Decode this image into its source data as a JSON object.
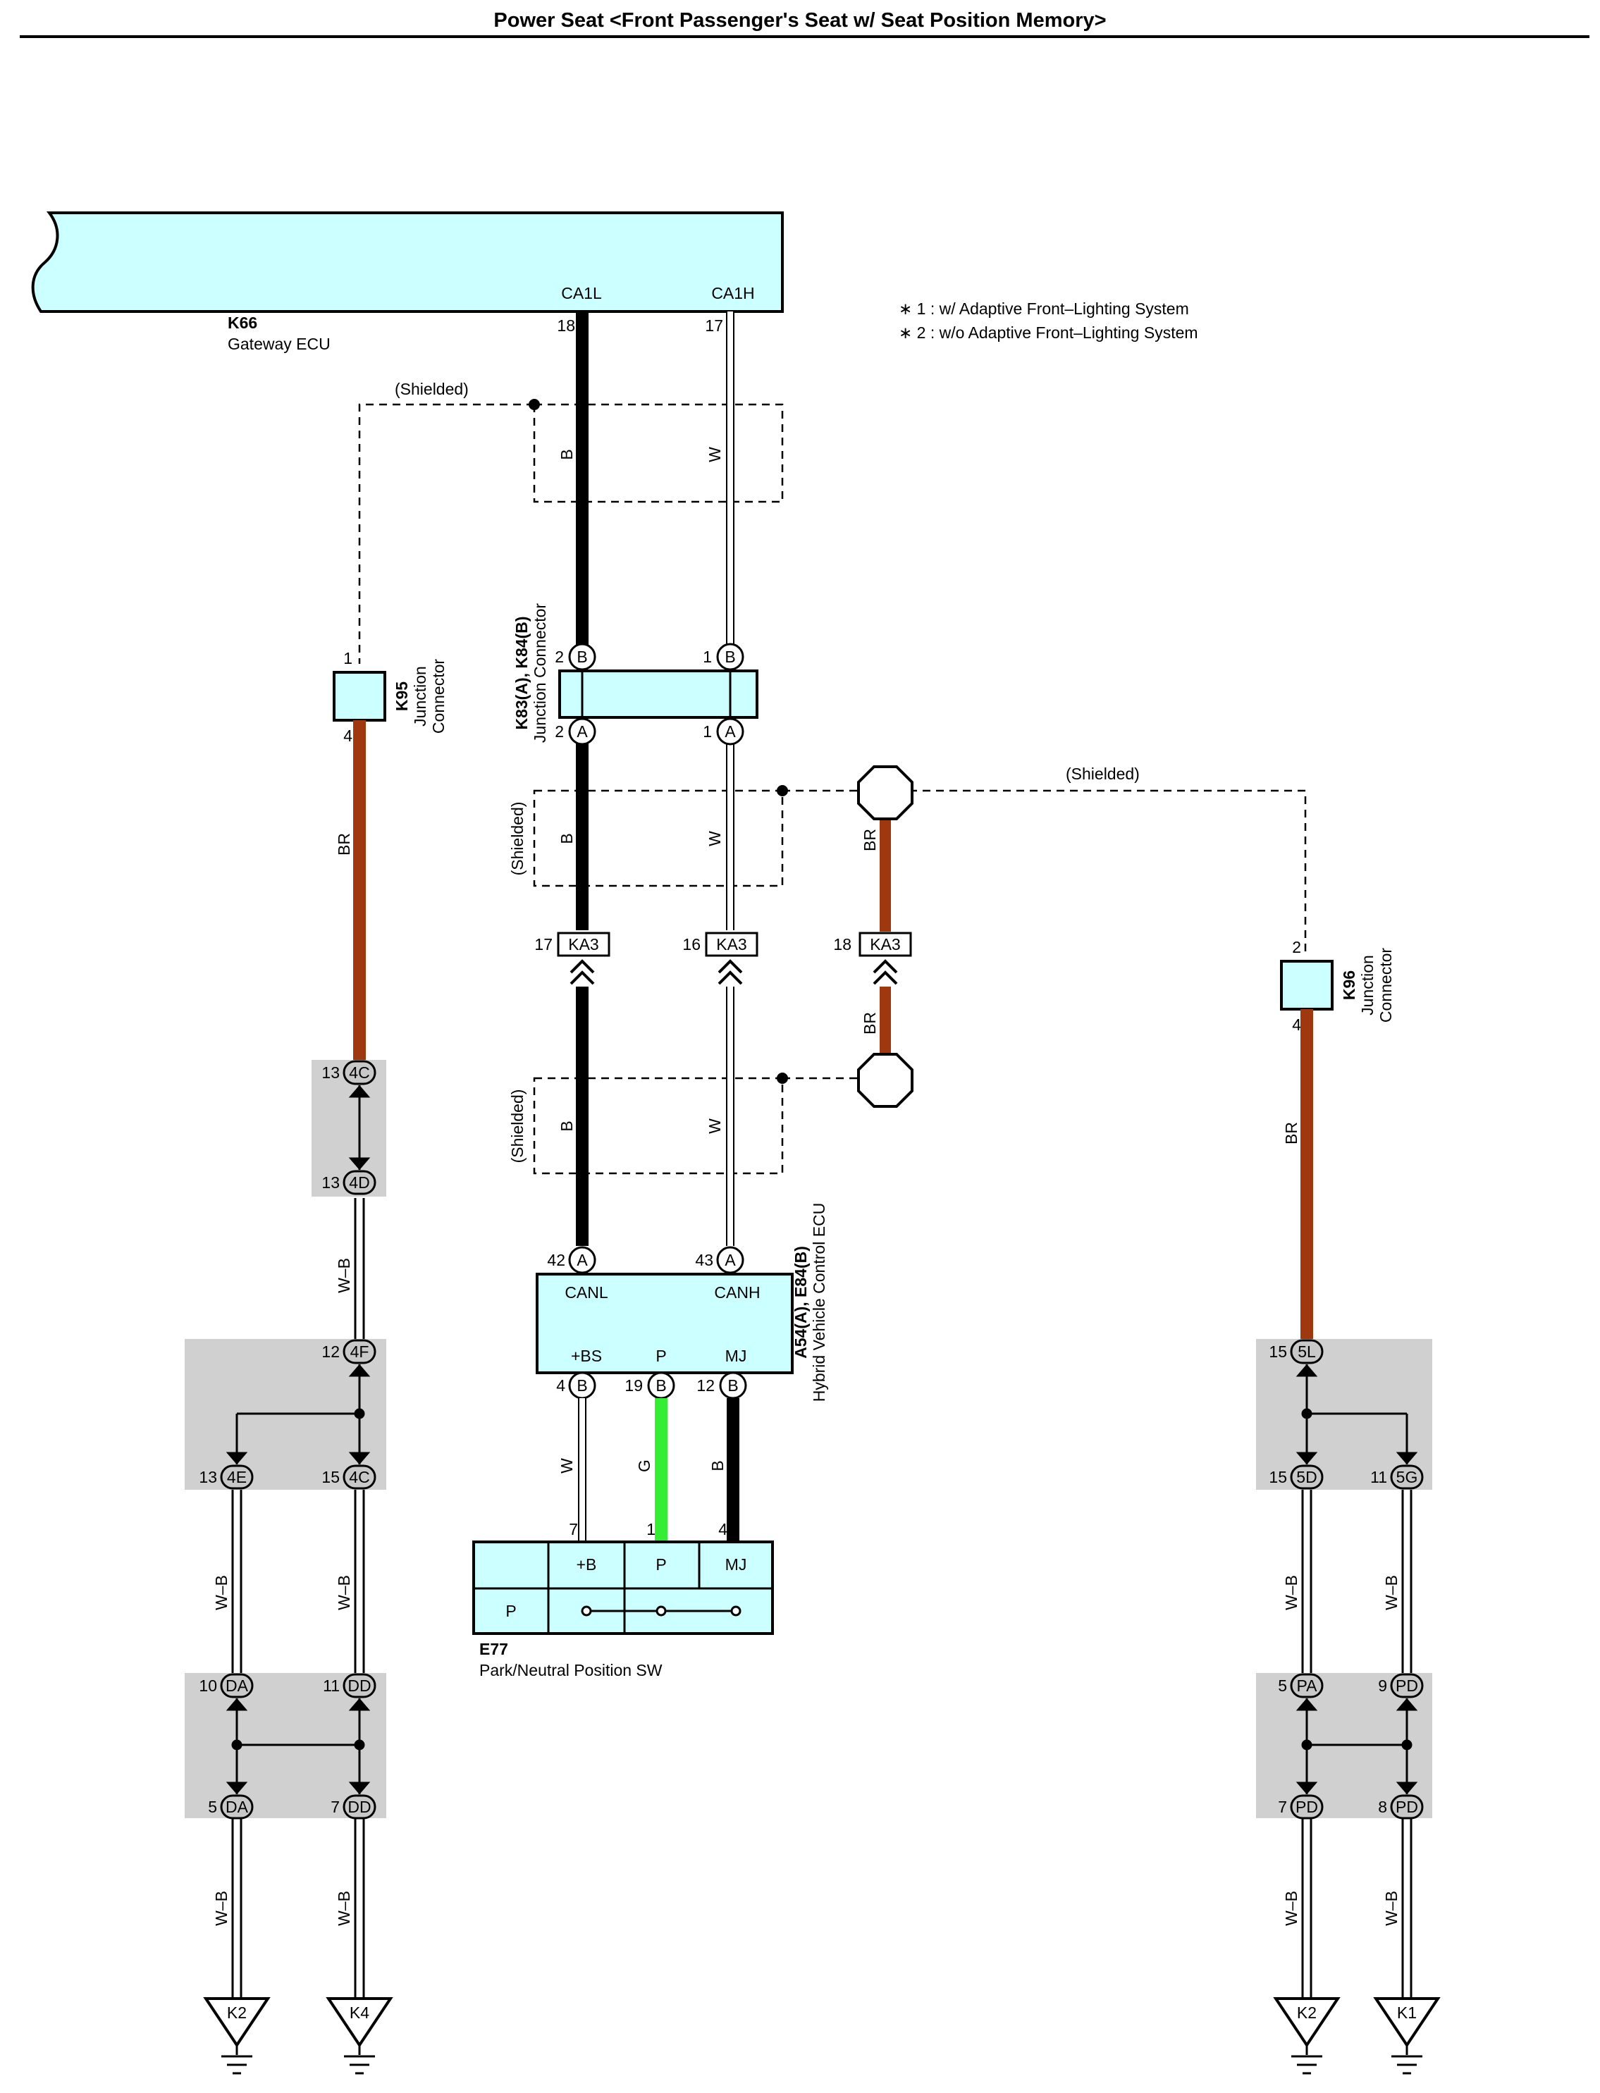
{
  "title": "Power Seat <Front Passenger's Seat w/ Seat Position Memory>",
  "notes": [
    "∗ 1 : w/ Adaptive Front–Lighting System",
    "∗ 2 : w/o Adaptive Front–Lighting System"
  ],
  "colors": {
    "ecu_fill": "#ccffff",
    "wire_BR": "#a0380f",
    "wire_G": "#33ee33",
    "wire_B": "#000000",
    "wire_W": "#ffffff",
    "junction_gray": "#d0d0d0"
  },
  "components": {
    "k66": {
      "code": "K66",
      "name": "Gateway ECU",
      "pin_ca1l": "CA1L",
      "pin_ca1h": "CA1H",
      "pin_no_ca1l": "18",
      "pin_no_ca1h": "17"
    },
    "k95": {
      "code": "K95",
      "name1": "Junction",
      "name2": "Connector",
      "pin_top": "1",
      "pin_bottom": "4"
    },
    "k83": {
      "code": "K83(A), K84(B)",
      "name": "Junction Connector",
      "pin_b2": "2",
      "pin_b1": "1",
      "pin_a2": "2",
      "pin_a1": "1"
    },
    "k96": {
      "code": "K96",
      "name1": "Junction",
      "name2": "Connector",
      "pin_top": "2",
      "pin_bottom": "4"
    },
    "a54": {
      "code": "A54(A), E84(B)",
      "name": "Hybrid Vehicle Control ECU",
      "canl": "CANL",
      "canh": "CANH",
      "bs": "+BS",
      "p": "P",
      "mj": "MJ",
      "pin42": "42",
      "pin43": "43",
      "pin4": "4",
      "pin19": "19",
      "pin12": "12"
    },
    "e77": {
      "code": "E77",
      "name": "Park/Neutral Position SW",
      "h_b": "+B",
      "h_p": "P",
      "h_mj": "MJ",
      "row_p": "P",
      "pin7": "7",
      "pin1": "1",
      "pin4": "4"
    }
  },
  "connectors": {
    "ka3": "KA3",
    "ka3_pins": [
      "17",
      "16",
      "18"
    ]
  },
  "wires": {
    "B": "B",
    "W": "W",
    "BR": "BR",
    "G": "G",
    "WB": "W–B"
  },
  "shielded": "(Shielded)",
  "junctions": {
    "j4c_top": {
      "pin": "13",
      "code": "4C"
    },
    "j4d": {
      "pin": "13",
      "code": "4D"
    },
    "j4f": {
      "pin": "12",
      "code": "4F"
    },
    "j4e": {
      "pin": "13",
      "code": "4E"
    },
    "j4c_bot": {
      "pin": "15",
      "code": "4C"
    },
    "jda_top": {
      "pin": "10",
      "code": "DA"
    },
    "jdd_top": {
      "pin": "11",
      "code": "DD"
    },
    "jda_bot": {
      "pin": "5",
      "code": "DA"
    },
    "jdd_bot": {
      "pin": "7",
      "code": "DD"
    },
    "j5l": {
      "pin": "15",
      "code": "5L"
    },
    "j5d": {
      "pin": "15",
      "code": "5D"
    },
    "j5g": {
      "pin": "11",
      "code": "5G"
    },
    "jpa": {
      "pin": "5",
      "code": "PA"
    },
    "jpd_top": {
      "pin": "9",
      "code": "PD"
    },
    "jpd_b1": {
      "pin": "7",
      "code": "PD"
    },
    "jpd_b2": {
      "pin": "8",
      "code": "PD"
    }
  },
  "grounds": [
    "K2",
    "K4",
    "K2",
    "K1"
  ],
  "letters": {
    "A": "A",
    "B": "B"
  }
}
